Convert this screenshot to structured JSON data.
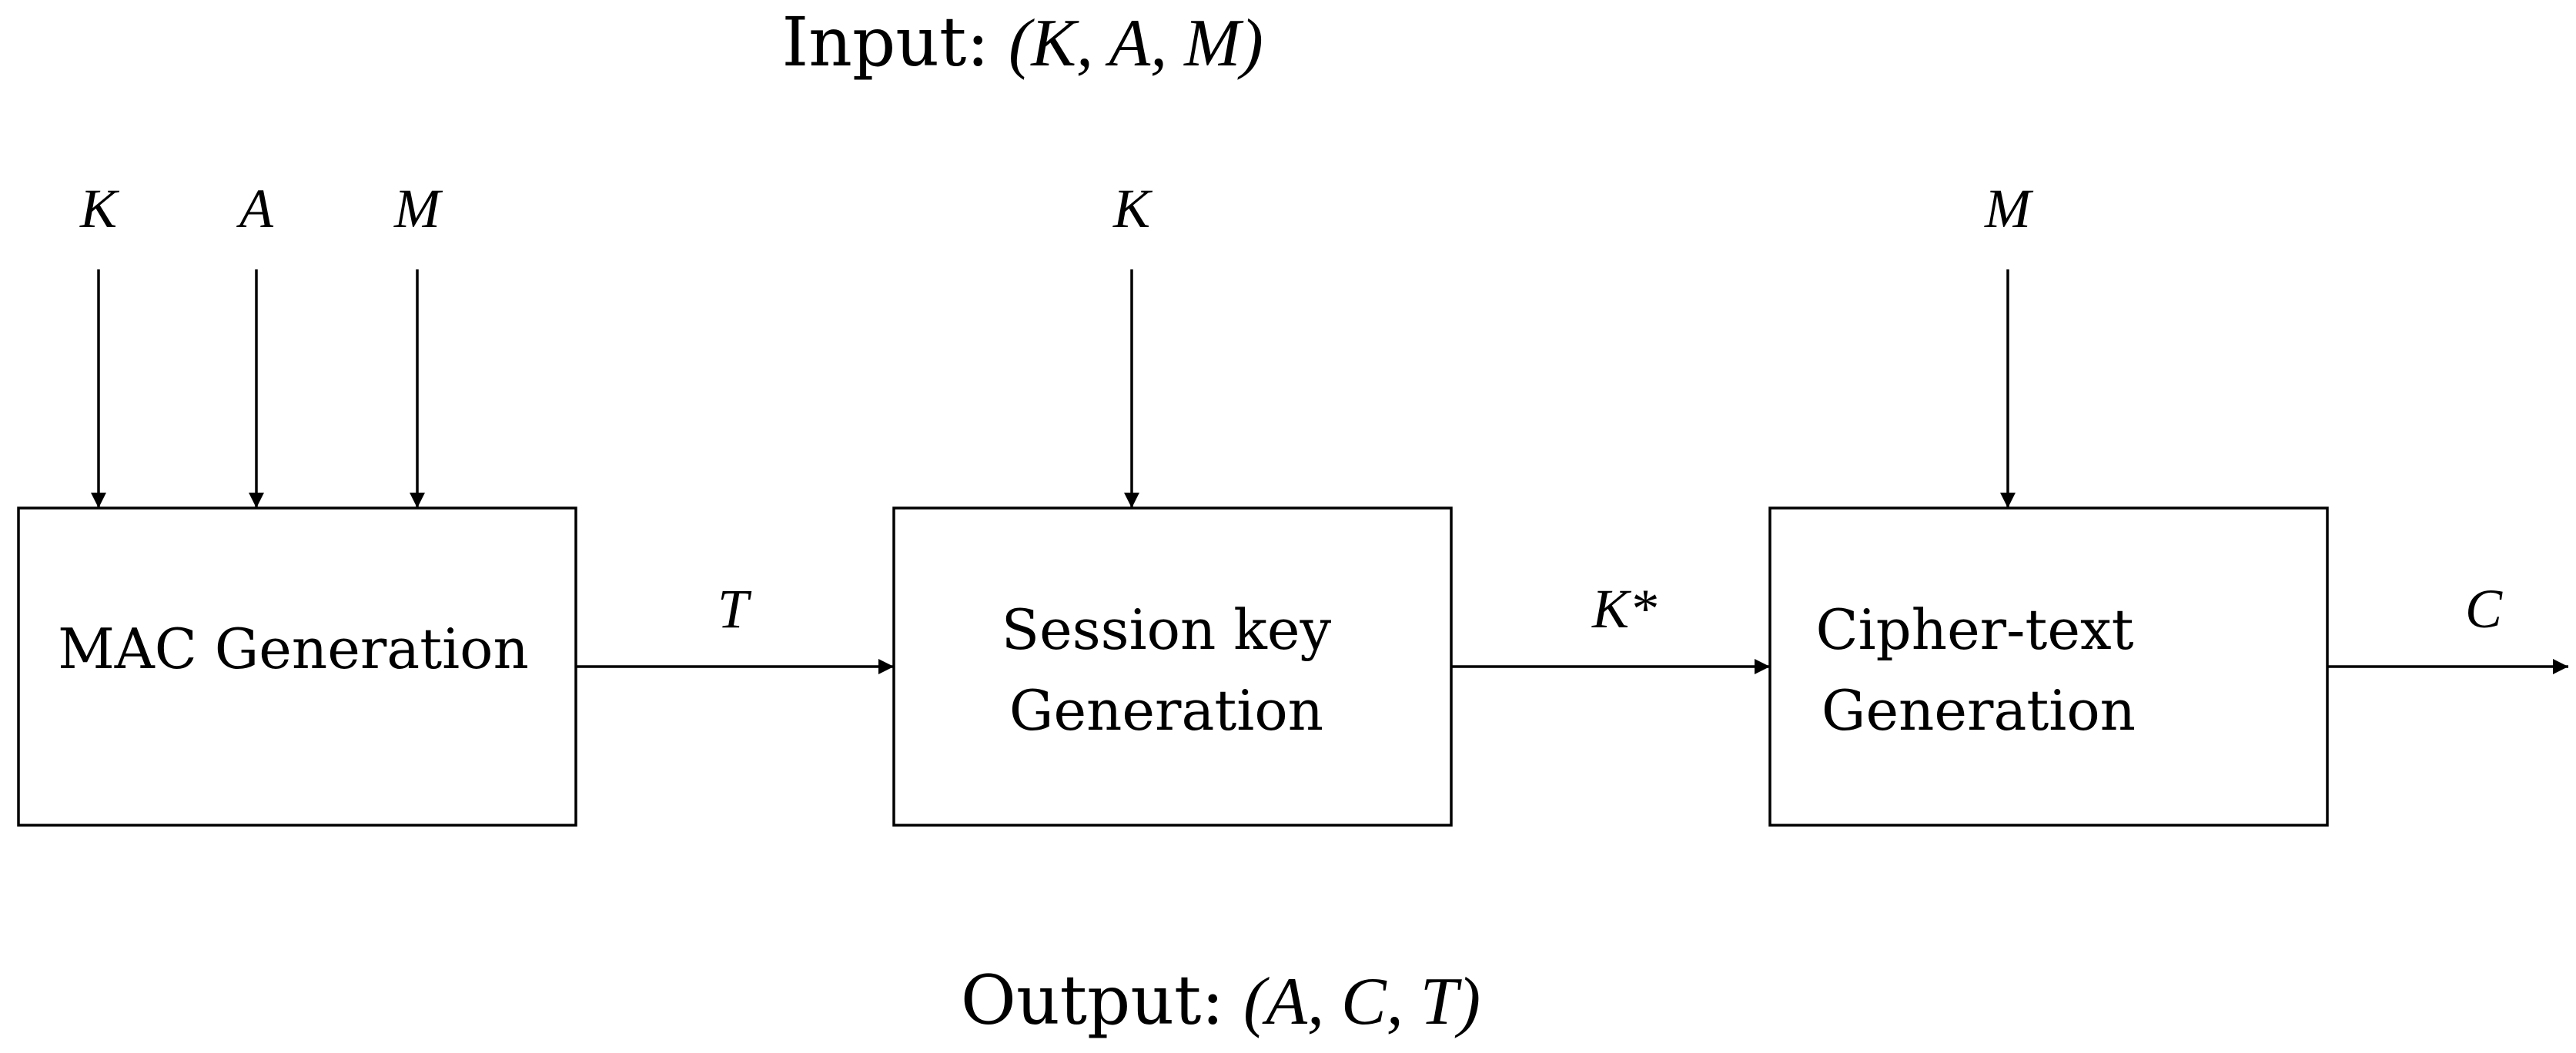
{
  "title": {
    "prefix": "Input:",
    "tuple": "(K, A, M)"
  },
  "footer": {
    "prefix": "Output:",
    "tuple": "(A, C, T)"
  },
  "inputs": {
    "mac_k": "K",
    "mac_a": "A",
    "mac_m": "M",
    "session_k": "K",
    "cipher_m": "M"
  },
  "blocks": {
    "mac": {
      "line1": "MAC Generation"
    },
    "session": {
      "line1": "Session key",
      "line2": "Generation"
    },
    "cipher": {
      "line1": "Cipher-text",
      "line2": "Generation"
    }
  },
  "edges": {
    "mac_to_session": "T",
    "session_to_cipher": "K*",
    "cipher_out": "C"
  }
}
